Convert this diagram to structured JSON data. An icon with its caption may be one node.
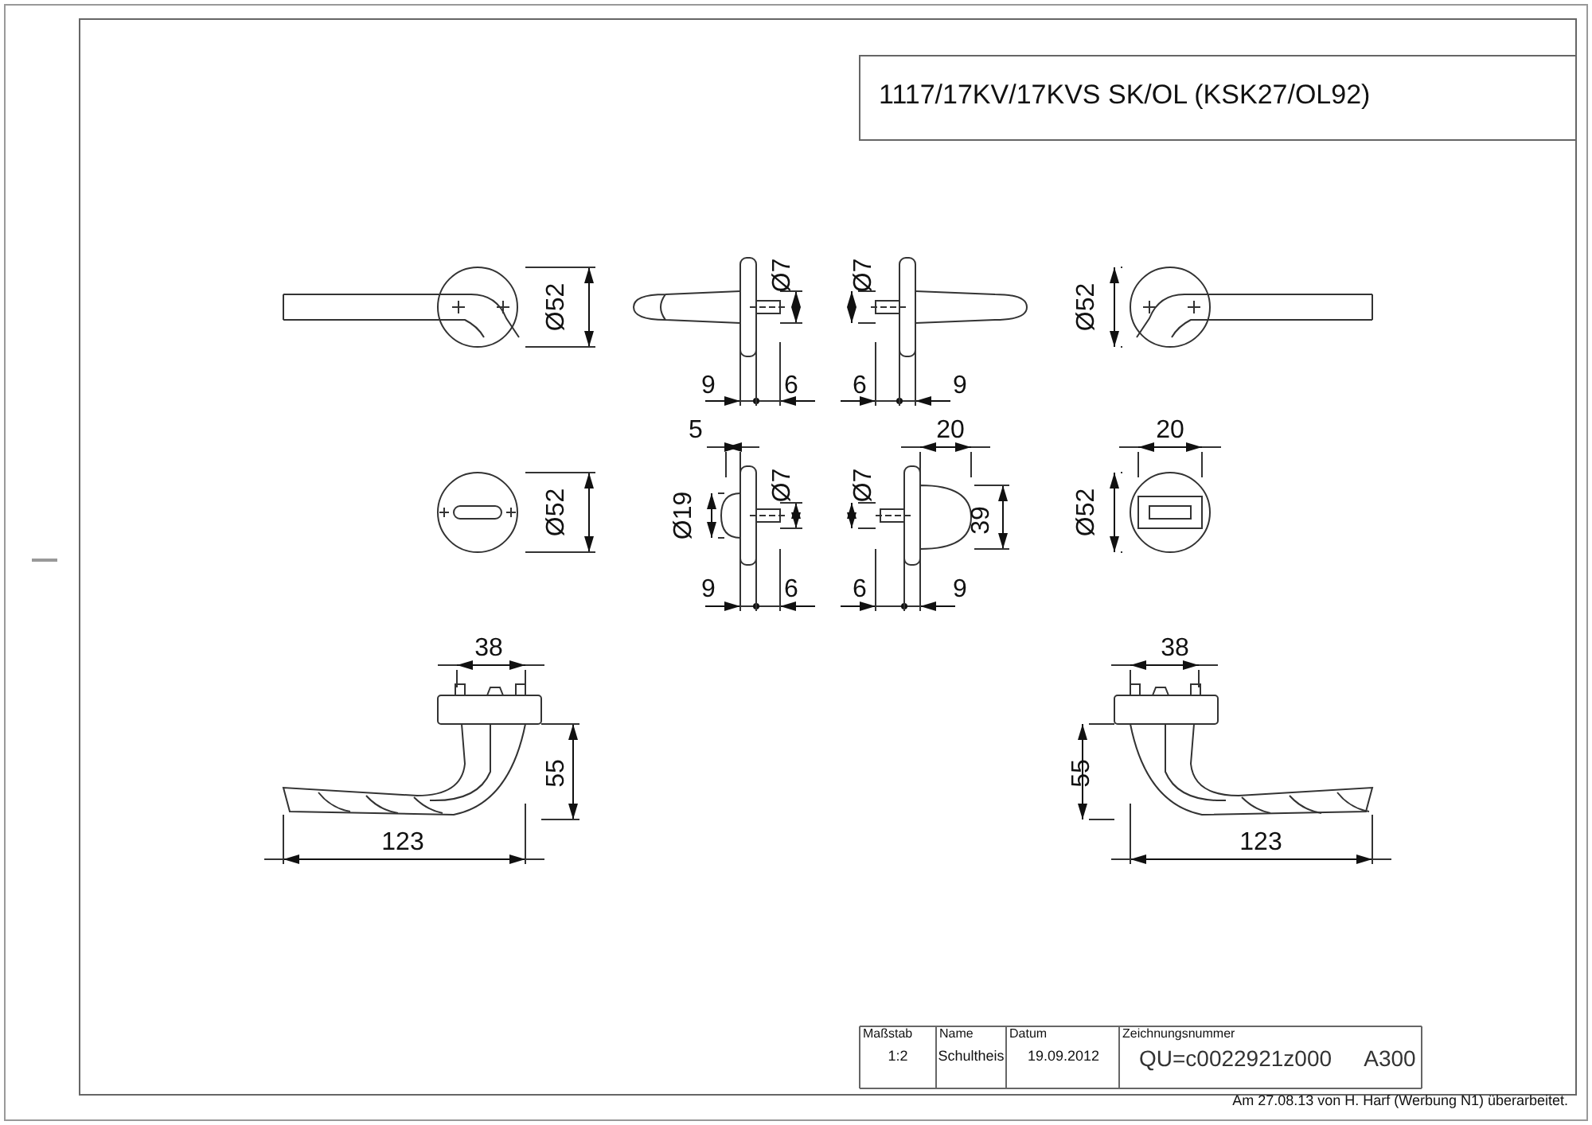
{
  "diagram": {
    "title": "1117/17KV/17KVS SK/OL (KSK27/OL92)",
    "labels": [
      "Ø52",
      "Ø7",
      "Ø7",
      "Ø52",
      "9",
      "6",
      "6",
      "9",
      "5",
      "20",
      "20",
      "Ø52",
      "Ø19",
      "Ø7",
      "Ø7",
      "39",
      "Ø52",
      "9",
      "6",
      "6",
      "9",
      "38",
      "38",
      "55",
      "55",
      "123",
      "123",
      "Maßstab",
      "Name",
      "Datum",
      "Zeichnungsnummer",
      "1:2",
      "Schultheis",
      "19.09.2012",
      "QU=c0022921z000",
      "A300",
      "Am 27.08.13 von H. Harf (Werbung N1) überarbeitet."
    ]
  }
}
